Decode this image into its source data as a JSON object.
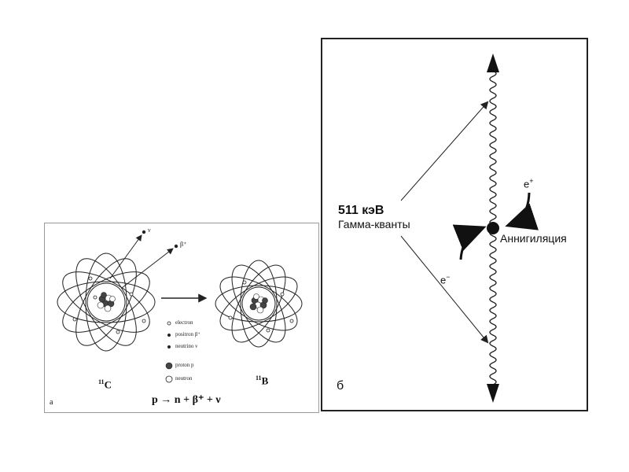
{
  "panel_a": {
    "letter": "а",
    "parent_isotope": {
      "mass": "11",
      "symbol": "C"
    },
    "daughter_isotope": {
      "mass": "11",
      "symbol": "B"
    },
    "emitted_neutrino": "ν",
    "emitted_positron": "β⁺",
    "legend": [
      {
        "label": "electron",
        "marker": "small-open-circle"
      },
      {
        "label": "positron β⁺",
        "marker": "small-filled-circle"
      },
      {
        "label": "neutrino ν",
        "marker": "small-filled-circle"
      },
      {
        "label": "proton p",
        "marker": "large-filled-circle"
      },
      {
        "label": "neutron",
        "marker": "large-open-circle"
      }
    ],
    "equation": {
      "p": "p",
      "arrow": "→",
      "n": "n",
      "plus1": "+",
      "beta": "β⁺",
      "plus2": "+",
      "nu": "ν"
    }
  },
  "panel_b": {
    "letter": "б",
    "energy": "511 кэВ",
    "gamma_label": "Гамма-кванты",
    "annihilation_label": "Аннигиляция",
    "positron_label": {
      "base": "e",
      "sup": "+"
    },
    "electron_label": {
      "base": "e",
      "sup": "−"
    }
  },
  "colors": {
    "line": "#222222",
    "proton": "#444444",
    "border_b": "#222222",
    "border_a": "#9a9a9a"
  }
}
